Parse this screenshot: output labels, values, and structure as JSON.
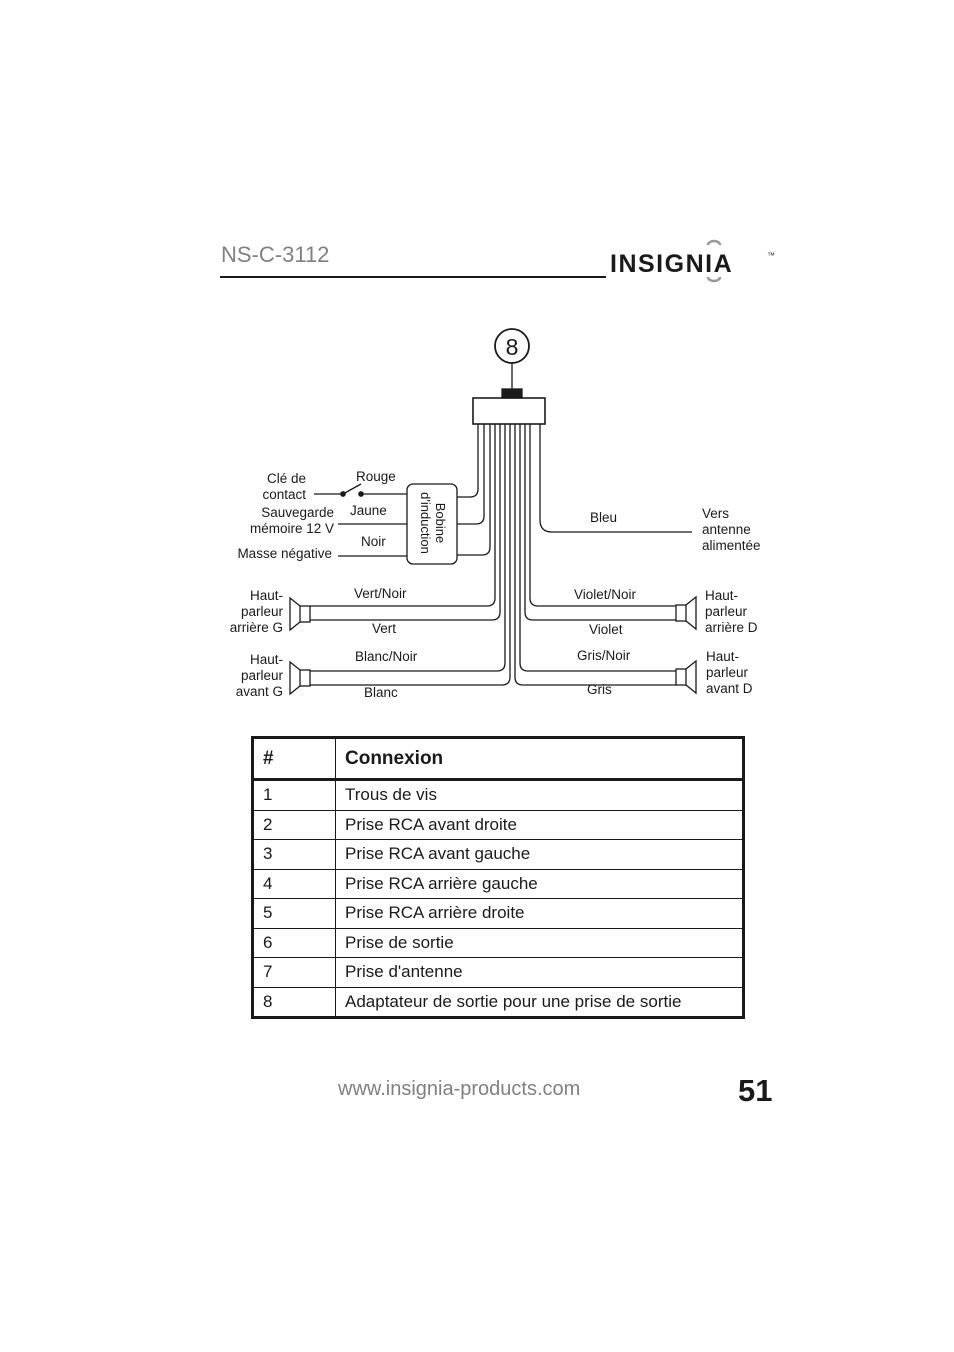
{
  "header": {
    "model": "NS-C-3112",
    "brand": "INSIGNIA",
    "trademark": "™"
  },
  "diagram": {
    "connector_number": "8",
    "induction_coil": "Bobine d'induction",
    "left_labels": {
      "ignition_line1": "Clé de",
      "ignition_line2": "contact",
      "memory_line1": "Sauvegarde",
      "memory_line2": "mémoire 12 V",
      "ground": "Masse négative",
      "rear_left_line1": "Haut-",
      "rear_left_line2": "parleur",
      "rear_left_line3": "arrière G",
      "front_left_line1": "Haut-",
      "front_left_line2": "parleur",
      "front_left_line3": "avant G"
    },
    "right_labels": {
      "antenna_line1": "Vers",
      "antenna_line2": "antenne",
      "antenna_line3": "alimentée",
      "rear_right_line1": "Haut-",
      "rear_right_line2": "parleur",
      "rear_right_line3": "arrière D",
      "front_right_line1": "Haut-",
      "front_right_line2": "parleur",
      "front_right_line3": "avant D"
    },
    "wires": {
      "red": "Rouge",
      "yellow": "Jaune",
      "black": "Noir",
      "blue": "Bleu",
      "green_black": "Vert/Noir",
      "green": "Vert",
      "white_black": "Blanc/Noir",
      "white": "Blanc",
      "violet_black": "Violet/Noir",
      "violet": "Violet",
      "grey_black": "Gris/Noir",
      "grey": "Gris"
    }
  },
  "table": {
    "headers": [
      "#",
      "Connexion"
    ],
    "rows": [
      [
        "1",
        "Trous de vis"
      ],
      [
        "2",
        "Prise RCA avant droite"
      ],
      [
        "3",
        "Prise RCA avant gauche"
      ],
      [
        "4",
        "Prise RCA arrière gauche"
      ],
      [
        "5",
        "Prise RCA arrière droite"
      ],
      [
        "6",
        "Prise de sortie"
      ],
      [
        "7",
        "Prise d'antenne"
      ],
      [
        "8",
        "Adaptateur de sortie pour une prise de sortie"
      ]
    ]
  },
  "footer": {
    "url": "www.insignia-products.com",
    "page_number": "51"
  }
}
